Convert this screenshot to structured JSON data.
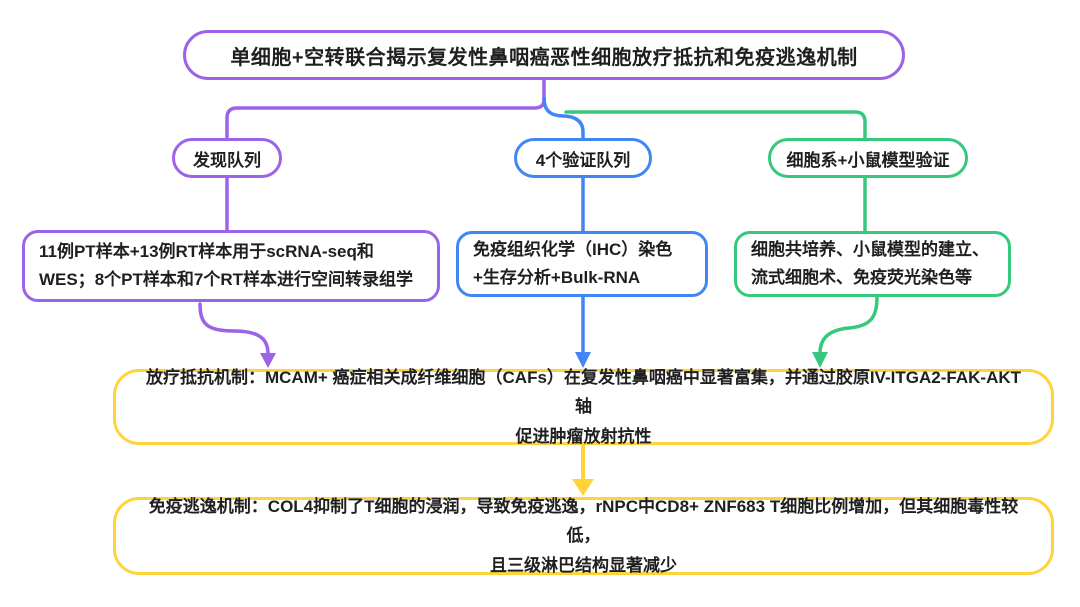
{
  "colors": {
    "purple": "#9C63E8",
    "blue": "#4285F4",
    "green": "#36C97E",
    "yellow": "#FFD43B",
    "text": "#1F1F1F"
  },
  "diagram": {
    "title": "单细胞+空转联合揭示复发性鼻咽癌恶性细胞放疗抵抗和免疫逃逸机制",
    "branches": [
      {
        "label": "发现队列",
        "detail_line1": "11例PT样本+13例RT样本用于scRNA-seq和",
        "detail_line2": "WES；8个PT样本和7个RT样本进行空间转录组学"
      },
      {
        "label": "4个验证队列",
        "detail_line1": "免疫组织化学（IHC）染色",
        "detail_line2": "+生存分析+Bulk-RNA"
      },
      {
        "label": "细胞系+小鼠模型验证",
        "detail_line1": "细胞共培养、小鼠模型的建立、",
        "detail_line2": "流式细胞术、免疫荧光染色等"
      }
    ],
    "results": [
      {
        "line1": "放疗抵抗机制：MCAM+ 癌症相关成纤维细胞（CAFs）在复发性鼻咽癌中显著富集，并通过胶原IV-ITGA2-FAK-AKT轴",
        "line2": "促进肿瘤放射抗性"
      },
      {
        "line1": "免疫逃逸机制：COL4抑制了T细胞的浸润，导致免疫逃逸，rNPC中CD8+ ZNF683 T细胞比例增加，但其细胞毒性较低，",
        "line2": "且三级淋巴结构显著减少"
      }
    ]
  }
}
